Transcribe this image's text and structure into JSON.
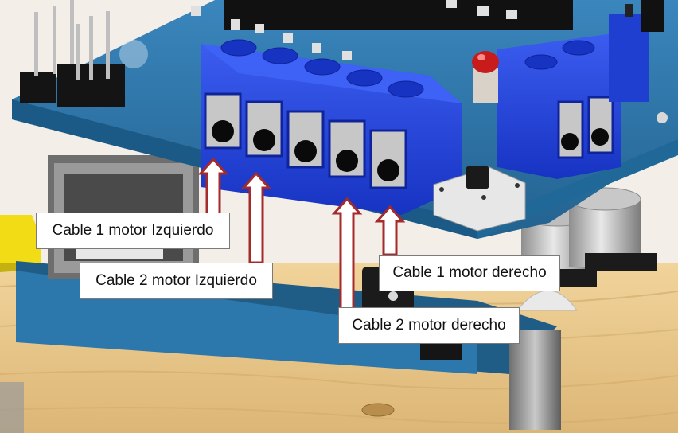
{
  "labels": {
    "cable1_left": "Cable 1 motor Izquierdo",
    "cable2_left": "Cable 2 motor Izquierdo",
    "cable1_right": "Cable 1 motor derecho",
    "cable2_right": "Cable 2 motor derecho"
  },
  "colors": {
    "terminal_blue": "#1f3fd0",
    "pcb_blue": "#2a6f9e",
    "arrow_red": "#a52a2a",
    "wood": "#e8c88a"
  }
}
